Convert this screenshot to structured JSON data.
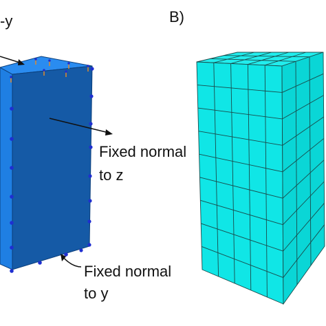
{
  "panel_a": {
    "cut_label": "-y",
    "annotation_z_line1": "Fixed normal",
    "annotation_z_line2": "to z",
    "annotation_y_line1": "Fixed normal",
    "annotation_y_line2": "to y"
  },
  "panel_b": {
    "label": "B)"
  },
  "colors": {
    "front_face": "#155aa6",
    "side_face": "#1f7fe3",
    "top_face": "#2a8cf0",
    "mesh_fill": "#10e6e6",
    "mesh_line": "#1a4a4a",
    "support_marker": "#1f2fd0",
    "load_arrow": "#e08a2a"
  }
}
